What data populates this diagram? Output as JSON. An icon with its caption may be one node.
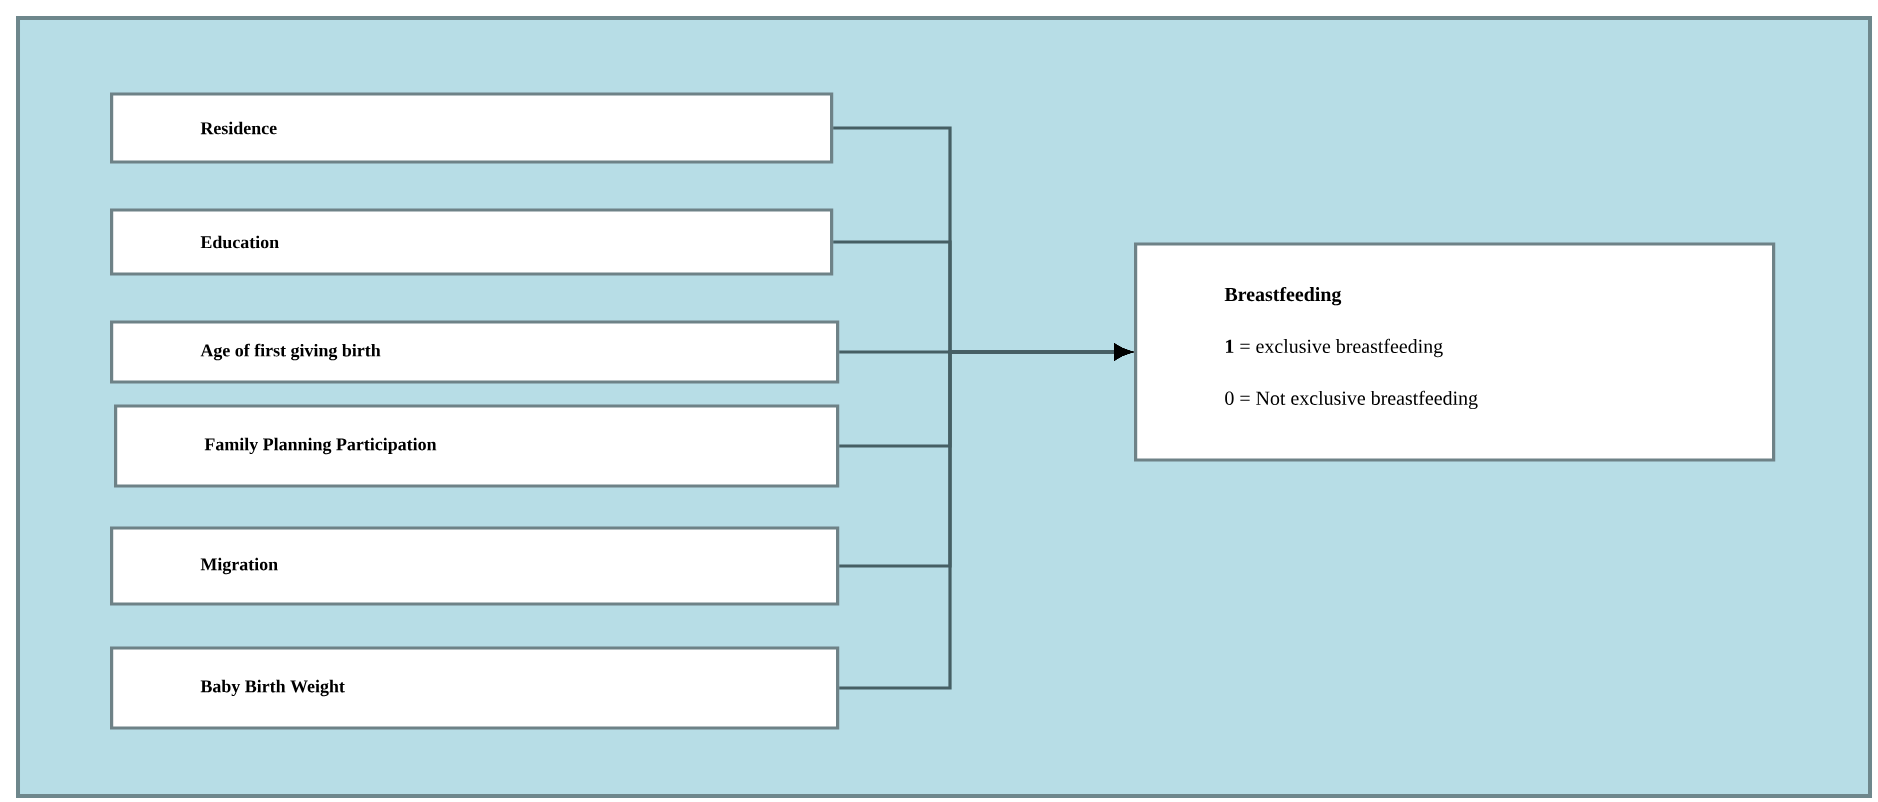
{
  "diagram": {
    "nodes": [
      {
        "text": [
          "Residence"
        ]
      },
      {
        "text": [
          "Education"
        ]
      },
      {
        "text": [
          "Age of first giving birth"
        ]
      },
      {
        "text": [
          "Family Planning Participation"
        ]
      },
      {
        "text": [
          "Migration"
        ]
      },
      {
        "text": [
          "Baby Birth Weight"
        ]
      },
      {
        "text": [
          "Breastfeeding",
          "**1** = exclusive breastfeeding",
          "0 = Not exclusive breastfeeding"
        ]
      }
    ],
    "edges": [
      {
        "from": 0,
        "to": 6,
        "arrow": "to"
      },
      {
        "from": 1,
        "to": 6,
        "arrow": "to"
      },
      {
        "from": 2,
        "to": 6,
        "arrow": "to"
      },
      {
        "from": 3,
        "to": 6,
        "arrow": "to"
      },
      {
        "from": 4,
        "to": 6,
        "arrow": "to"
      },
      {
        "from": 5,
        "to": 6,
        "arrow": "to"
      }
    ]
  }
}
